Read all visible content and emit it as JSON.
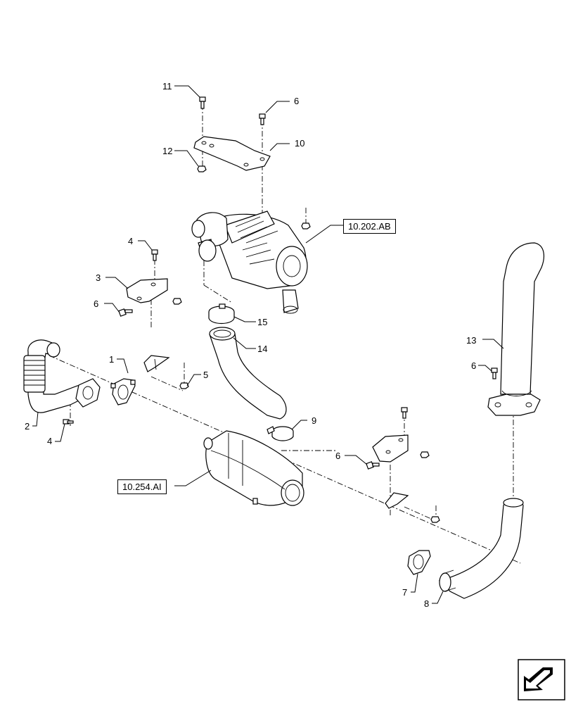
{
  "callouts": {
    "c1": "1",
    "c2": "2",
    "c3": "3",
    "c4a": "4",
    "c4b": "4",
    "c5": "5",
    "c6a": "6",
    "c6b": "6",
    "c6c": "6",
    "c6d": "6",
    "c7": "7",
    "c8": "8",
    "c9": "9",
    "c10": "10",
    "c11": "11",
    "c12": "12",
    "c13": "13",
    "c14": "14",
    "c15": "15"
  },
  "references": {
    "air_cleaner": "10.202.AB",
    "muffler": "10.254.AI"
  },
  "nav": {
    "icon": "next-page-arrow-icon"
  }
}
